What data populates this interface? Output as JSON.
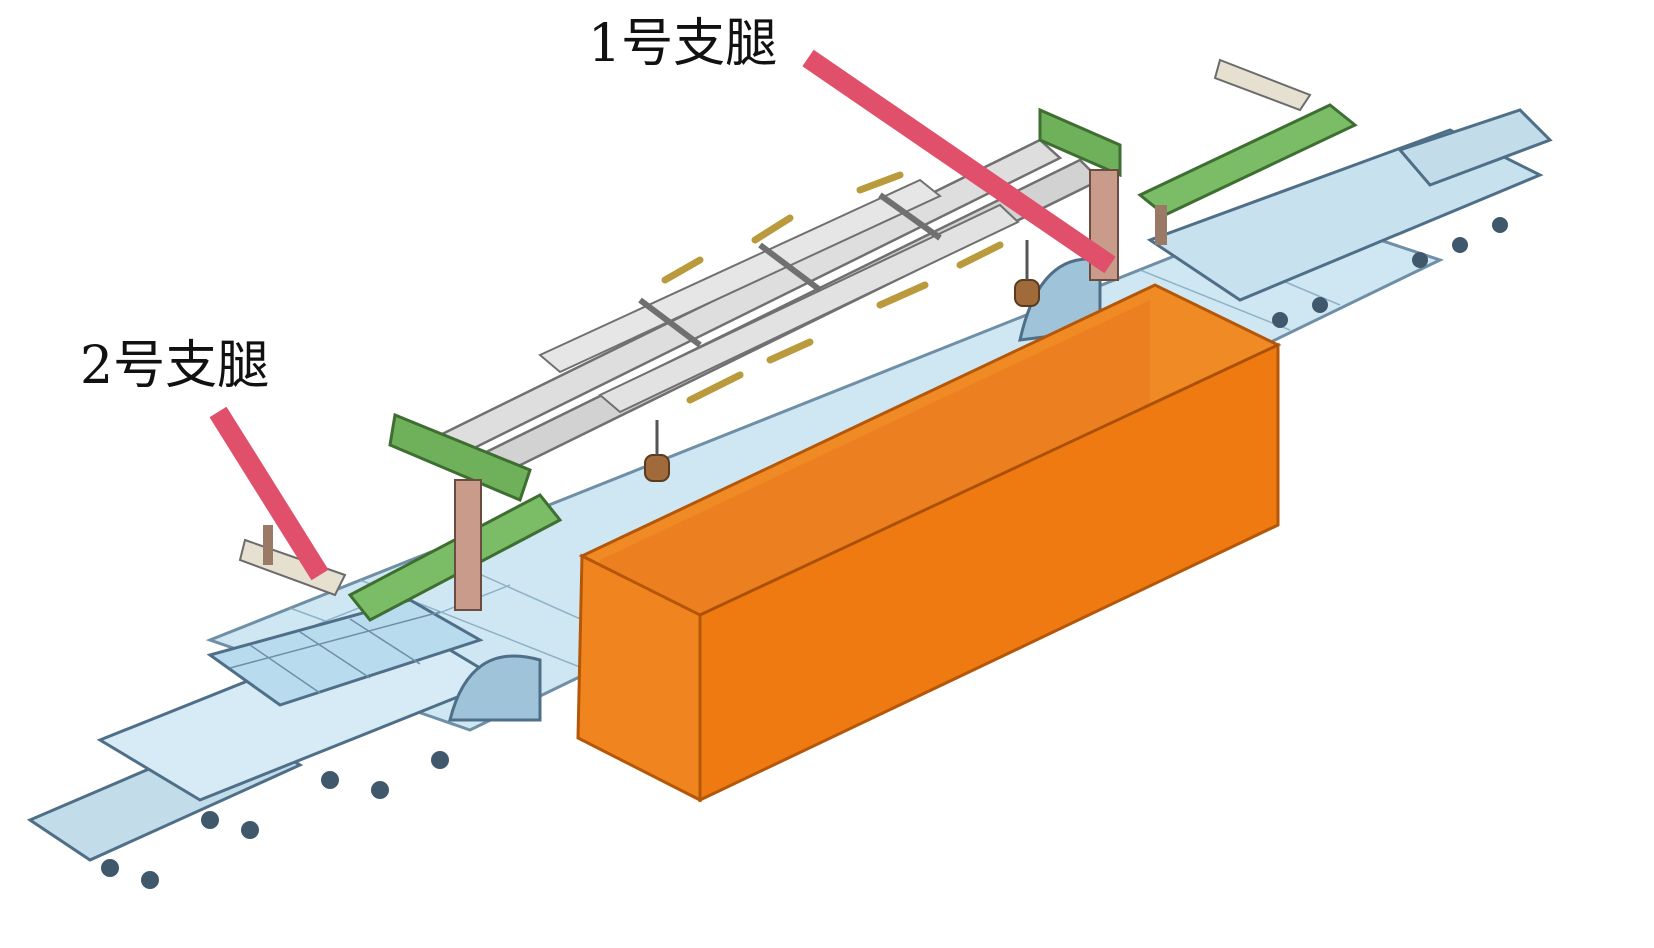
{
  "labels": {
    "leg_1": "1号支腿",
    "leg_2": "2号支腿"
  },
  "colors": {
    "callout_line": "#e0506a",
    "cargo_box": "#ef7a12",
    "cargo_box_dark": "#d9680a",
    "support_leg": "#6fb15a",
    "deck": "#bfe0f0",
    "frame": "#7f9ab0",
    "gantry": "#dcdcdc",
    "cylinder": "#e1c36a"
  },
  "icons": {
    "callout_line": "pointer-line",
    "cargo": "cargo-box",
    "railcar": "railcar-frame"
  }
}
